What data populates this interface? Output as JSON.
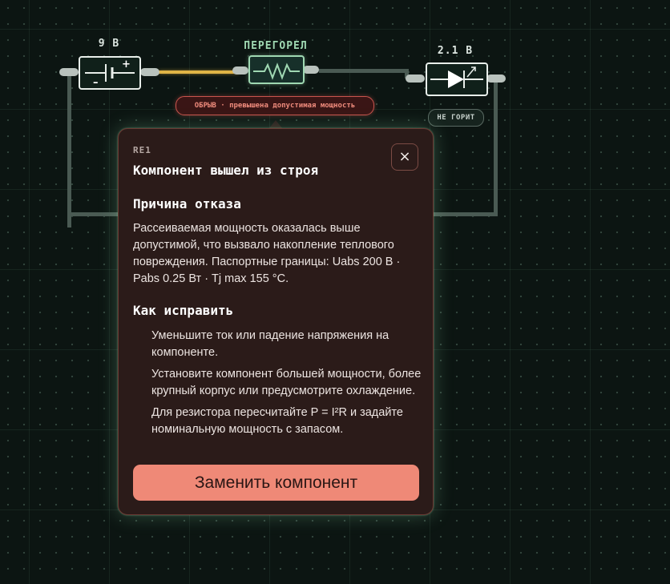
{
  "circuit": {
    "battery": {
      "voltage_label": "9 В",
      "icon": "battery-icon"
    },
    "resistor": {
      "status_label": "ПЕРЕГОРЕЛ",
      "icon": "resistor-icon"
    },
    "led": {
      "voltage_label": "2.1 В",
      "state_badge": "НЕ ГОРИТ",
      "icon": "led-icon"
    },
    "fault_banner": "ОБРЫВ · превышена допустимая мощность",
    "colors": {
      "live_wire": "#e0b446",
      "dead_wire": "#4a5a53",
      "fault": "#c9544d",
      "burned": "#9fd8b2"
    }
  },
  "popup": {
    "ref": "RE1",
    "title": "Компонент вышел из строя",
    "close_label": "×",
    "cause_heading": "Причина отказа",
    "cause_text": "Рассеиваемая мощность оказалась выше допустимой, что вызвало накопление теплового повреждения. Паспортные границы: Uabs 200 В · Pabs 0.25 Вт · Tj max 155 °C.",
    "fix_heading": "Как исправить",
    "fixes": [
      "Уменьшите ток или падение напряжения на компоненте.",
      "Установите компонент большей мощности, более крупный корпус или предусмотрите охлаждение.",
      "Для резистора пересчитайте P = I²R и задайте номинальную мощность с запасом."
    ],
    "action_label": "Заменить компонент",
    "colors": {
      "background": "#2b1b19",
      "action": "#ef8977"
    }
  }
}
